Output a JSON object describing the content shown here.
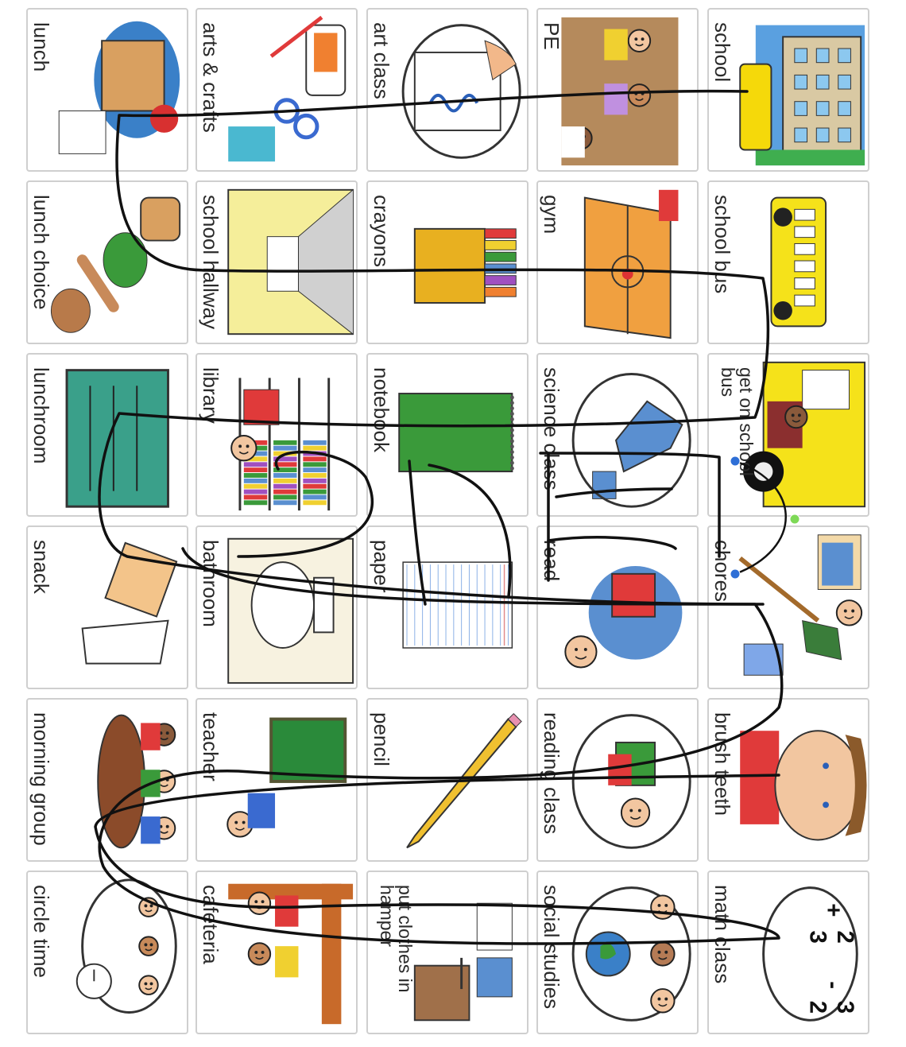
{
  "board": {
    "columns": [
      [
        "school",
        "school bus",
        "get on school bus",
        "chores",
        "brush teeth",
        "math class"
      ],
      [
        "PE",
        "gym",
        "science class",
        "read",
        "reading class",
        "social studies"
      ],
      [
        "art class",
        "crayons",
        "notebook",
        "paper",
        "pencil",
        "put clothes in hamper"
      ],
      [
        "arts & crafts",
        "school hallway",
        "library",
        "bathroom",
        "teacher",
        "cafeteria"
      ],
      [
        "lunch",
        "lunch choice",
        "lunchroom",
        "snack",
        "morning group",
        "circle time"
      ]
    ],
    "icons": [
      [
        "school-building-icon",
        "school-bus-icon",
        "get-on-bus-icon",
        "chores-icon",
        "brush-teeth-icon",
        "math-icon"
      ],
      [
        "pe-kids-icon",
        "gym-court-icon",
        "science-flask-icon",
        "reading-person-icon",
        "reading-class-icon",
        "globe-faces-icon"
      ],
      [
        "drawing-hand-icon",
        "crayon-box-icon",
        "notebook-icon",
        "lined-paper-icon",
        "pencil-icon",
        "clothes-hamper-icon"
      ],
      [
        "scissors-glue-icon",
        "hallway-icon",
        "library-shelf-icon",
        "toilet-icon",
        "teacher-board-icon",
        "cafeteria-table-icon"
      ],
      [
        "lunch-tray-icon",
        "pointing-food-icon",
        "lunchroom-tables-icon",
        "cracker-cup-icon",
        "group-table-icon",
        "circle-clock-icon"
      ]
    ],
    "math_expr": [
      "+",
      "2",
      "3",
      "-",
      "3",
      "2"
    ]
  },
  "colors": {
    "card_border": "#cfcfcf",
    "label": "#2a2a2a",
    "scribble": "#111111",
    "dot_blue": "#2e6fd6",
    "dot_green": "#7ed957"
  }
}
